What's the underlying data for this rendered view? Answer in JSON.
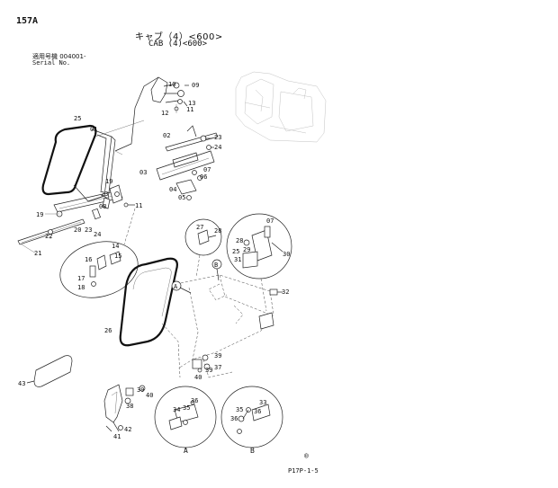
{
  "header": {
    "page_code": "157A",
    "title_jp": "キャブ（4）<600>",
    "title_en": "CAB (4)<600>",
    "serial_label_jp": "適用号機 004001-",
    "serial_label_en": "Serial No."
  },
  "footer": {
    "page_ref": "P17P-1-5",
    "mark": "®"
  },
  "callouts": {
    "c01": "01",
    "c02": "02",
    "c03": "03",
    "c04": "04",
    "c05": "05",
    "c06": "06",
    "c07": "07",
    "c07b": "07",
    "c08": "08",
    "c09": "09",
    "c10": "10",
    "c11": "11",
    "c11b": "11",
    "c12": "12",
    "c13": "13",
    "c14": "14",
    "c15": "15",
    "c16": "16",
    "c17": "17",
    "c18": "18",
    "c19": "19",
    "c19b": "19",
    "c20": "20",
    "c21": "21",
    "c22": "22",
    "c23": "23",
    "c23b": "23",
    "c24": "24",
    "c24b": "24",
    "c25": "25",
    "c25b": "25",
    "c26": "26",
    "c27": "27",
    "c28": "28",
    "c29": "29",
    "c30": "30",
    "c31": "31",
    "c32": "32",
    "c33": "33",
    "c34": "34",
    "c35": "35",
    "c35b": "35",
    "c36": "36",
    "c36b": "36",
    "c37": "37",
    "c38": "38",
    "c39": "39",
    "c39b": "39",
    "c40": "40",
    "c40b": "40",
    "c41": "41",
    "c42": "42",
    "c43": "43"
  },
  "detail_marks": {
    "a_marker": "A",
    "b_marker": "B",
    "a_label": "A",
    "b_label": "B"
  }
}
